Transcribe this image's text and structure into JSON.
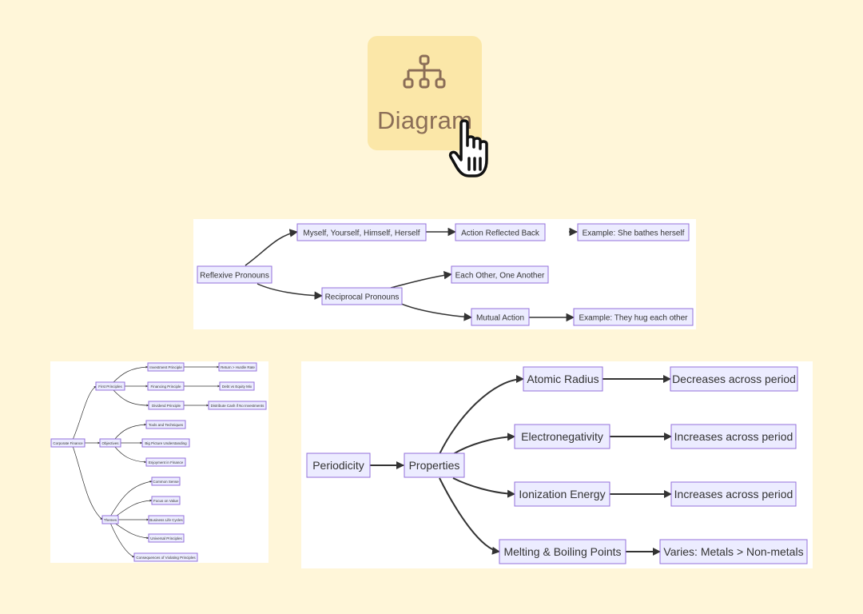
{
  "hero": {
    "label": "Diagram",
    "icon": "sitemap-icon",
    "colors": {
      "card": "#fbe7a8",
      "icon": "#8b6e57",
      "page": "#fff6d9"
    }
  },
  "cursor": {
    "icon": "hand-pointer-icon"
  },
  "diagrams": {
    "pronouns": {
      "nodes": {
        "reflexive": "Reflexive Pronouns",
        "myself": "Myself, Yourself, Himself, Herself",
        "action_reflected": "Action Reflected Back",
        "example_bathes": "Example: She bathes herself",
        "reciprocal": "Reciprocal Pronouns",
        "each_other": "Each Other, One Another",
        "mutual_action": "Mutual Action",
        "example_hug": "Example: They hug each other"
      }
    },
    "finance": {
      "nodes": {
        "root": "Corporate Finance",
        "first_principles": "First Principles",
        "investment": "Investment Principle",
        "return_hurdle": "Return > Hurdle Rate",
        "financing": "Financing Principle",
        "debt_equity": "Debt vs Equity Mix",
        "dividend": "Dividend Principle",
        "distribute_cash": "Distribute Cash if No Investments",
        "objectives": "Objectives",
        "tools": "Tools and Techniques",
        "big_picture": "Big Picture Understanding",
        "enjoyment": "Enjoyment in Finance",
        "themes": "Themes",
        "common_sense": "Common Sense",
        "focus_value": "Focus on Value",
        "business_life": "Business Life Cycles",
        "universal": "Universal Principles",
        "consequences": "Consequences of Violating Principles"
      }
    },
    "periodicity": {
      "nodes": {
        "periodicity": "Periodicity",
        "properties": "Properties",
        "atomic_radius": "Atomic Radius",
        "decreases": "Decreases across period",
        "electronegativity": "Electronegativity",
        "increases_1": "Increases across period",
        "ionization": "Ionization Energy",
        "increases_2": "Increases across period",
        "melting": "Melting & Boiling Points",
        "varies": "Varies: Metals > Non-metals"
      }
    }
  }
}
